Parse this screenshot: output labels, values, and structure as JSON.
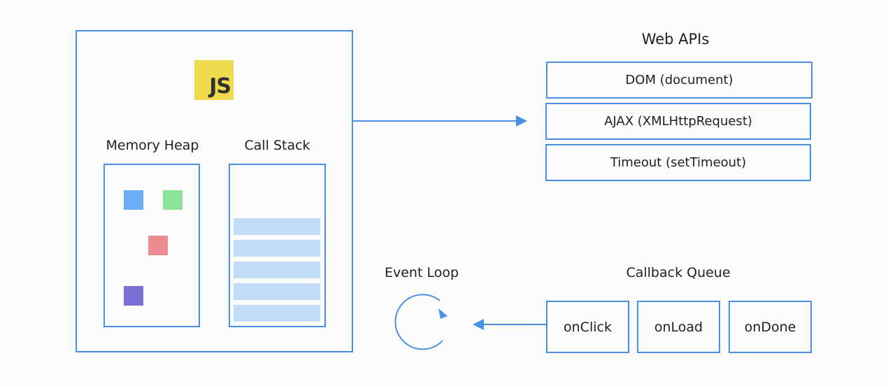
{
  "engine": {
    "logo_text": "JS",
    "logo_color": "#f0db4f",
    "memory_heap": {
      "title": "Memory Heap",
      "object_colors": [
        "#6aaef5",
        "#8ee49b",
        "#ea8c92",
        "#7b70d4"
      ]
    },
    "call_stack": {
      "title": "Call Stack",
      "frame_count": 5,
      "frame_color": "#c2ddf8"
    }
  },
  "web_apis": {
    "title": "Web APIs",
    "items": [
      "DOM (document)",
      "AJAX (XMLHttpRequest)",
      "Timeout (setTimeout)"
    ]
  },
  "event_loop": {
    "title": "Event Loop"
  },
  "callback_queue": {
    "title": "Callback Queue",
    "items": [
      "onClick",
      "onLoad",
      "onDone"
    ]
  },
  "colors": {
    "border": "#4a90e2",
    "arrow": "#4a90e2"
  }
}
